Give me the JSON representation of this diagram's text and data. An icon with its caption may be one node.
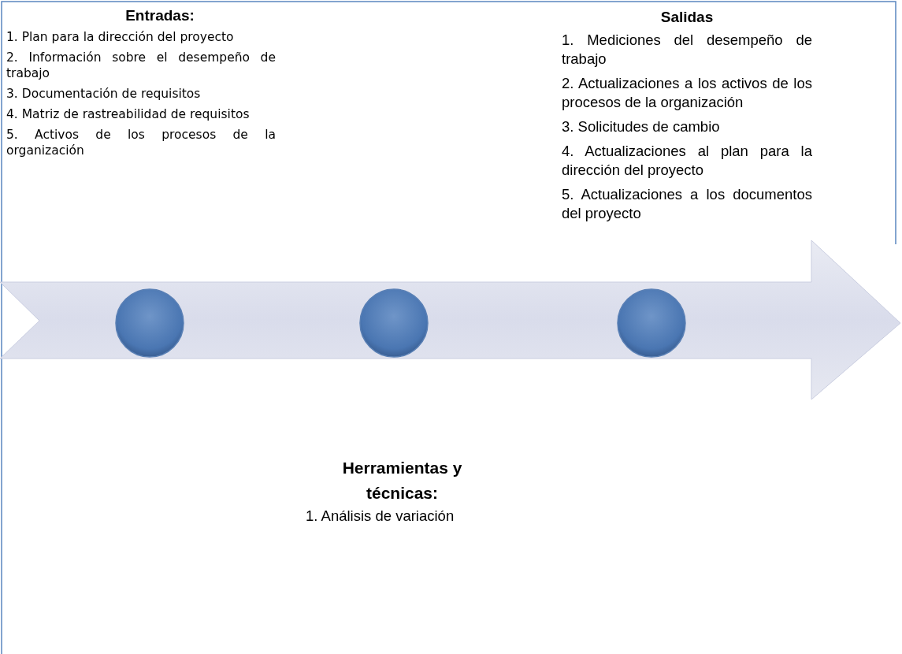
{
  "diagram": {
    "nodes": [
      {
        "text": [],
        "shape": "arrow"
      },
      {
        "text": [],
        "shape": "circle",
        "in": 0
      },
      {
        "text": [],
        "shape": "circle",
        "in": 0
      },
      {
        "text": [],
        "shape": "circle",
        "in": 0
      }
    ],
    "labels": [
      "Entradas:",
      "1. Plan para la dirección del proyecto",
      "2. Información sobre el desempeño de trabajo",
      "3. Documentación de requisitos",
      "4. Matriz de rastreabilidad de requisitos",
      "5. Activos de los procesos de la organización",
      "Salidas",
      "1. Mediciones del desempeño de trabajo",
      "2. Actualizaciones a los activos de los procesos de la organización",
      "3. Solicitudes de cambio",
      "4. Actualizaciones al plan para la dirección del proyecto",
      "5. Actualizaciones a los documentos del proyecto",
      "Herramientas y técnicas:",
      "1. Análisis de variación"
    ]
  }
}
